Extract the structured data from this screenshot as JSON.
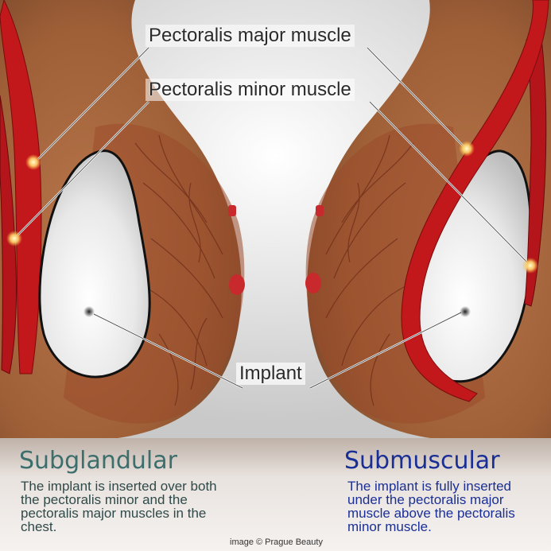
{
  "labels": {
    "pectoralis_major": "Pectoralis major muscle",
    "pectoralis_minor": "Pectoralis minor muscle",
    "implant": "Implant"
  },
  "panels": {
    "left": {
      "title": "Subglandular",
      "description": "The implant is inserted over both the pectoralis minor and the pectoralis major muscles in the chest."
    },
    "right": {
      "title": "Submuscular",
      "description": "The implant is fully inserted under the pectoralis major muscle above the pectoralis minor muscle."
    }
  },
  "credit": "image © Prague Beauty",
  "colors": {
    "skin": "#a9683f",
    "muscle": "#c2171b",
    "implant": "#e7e6e6",
    "subglandular_text": "#3c6e6c",
    "submuscular_text": "#1a2f96"
  }
}
